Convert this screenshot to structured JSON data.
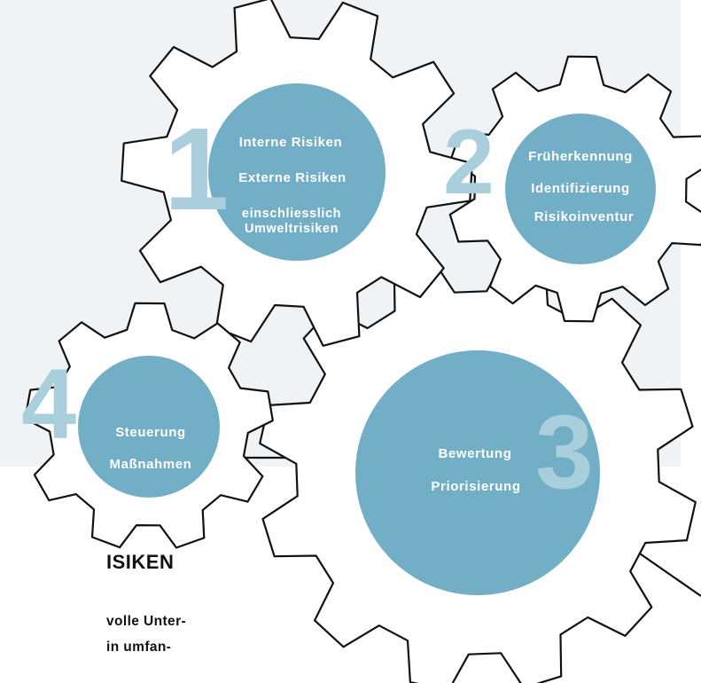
{
  "diagram": {
    "colors": {
      "hub": "#72afc7",
      "number": "#a9cfdd",
      "outline": "#111111",
      "panel": "#f0f3f6"
    },
    "gears": [
      {
        "number": "1",
        "labels": [
          "Interne Risiken",
          "Externe Risiken",
          "einschliesslich",
          "Umweltrisiken"
        ]
      },
      {
        "number": "2",
        "labels": [
          "Früherkennung",
          "Identifizierung",
          "Risikoinventur"
        ]
      },
      {
        "number": "3",
        "labels": [
          "Bewertung",
          "Priorisierung"
        ]
      },
      {
        "number": "4",
        "labels": [
          "Steuerung",
          "Maßnahmen"
        ]
      }
    ]
  },
  "text": {
    "heading": "ISIKEN",
    "body_line_1": "volle Unter-",
    "body_line_2": "in umfan-"
  }
}
